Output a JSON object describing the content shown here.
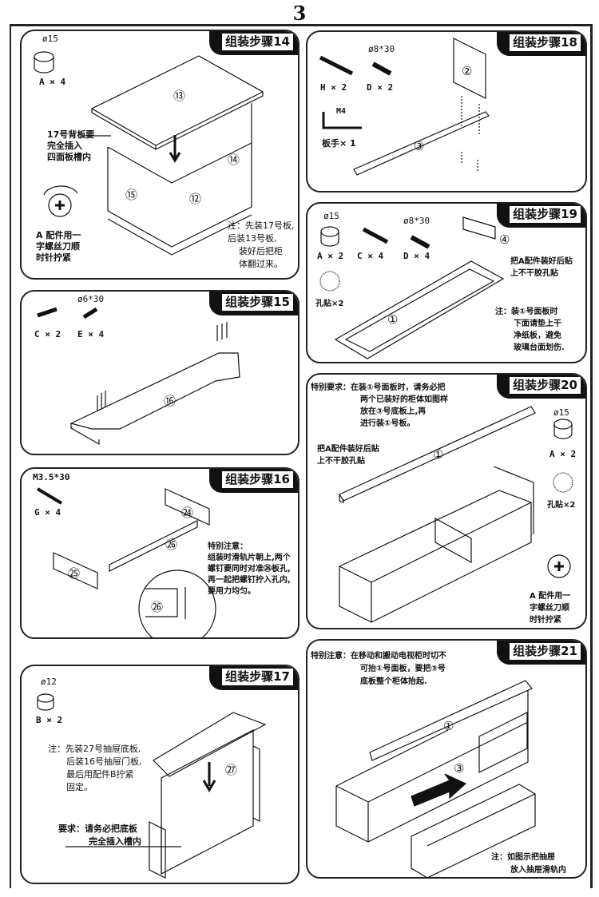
{
  "page_number": "3",
  "steps": {
    "s14": {
      "title": "组装步骤14",
      "part_size": "ø15",
      "part_qty": "A × 4",
      "callout": [
        "17号背板要",
        "完全插入",
        "四面板槽内"
      ],
      "tool_note": [
        "A 配件用一",
        "字螺丝刀顺",
        "时针拧紧"
      ],
      "note": [
        "注：先装17号板,",
        "后装13号板,",
        "装好后把柜",
        "体翻过来。"
      ],
      "labels": [
        "13",
        "14",
        "15",
        "12"
      ]
    },
    "s15": {
      "title": "组装步骤15",
      "part_size": "ø6*30",
      "parts": [
        "C × 2",
        "E × 4"
      ],
      "labels": [
        "16"
      ]
    },
    "s16": {
      "title": "组装步骤16",
      "part_size": "M3.5*30",
      "part_qty": "G × 4",
      "note": [
        "特别注意：",
        "组装时滑轨片朝上,两个",
        "螺钉要同时对准㉖板孔,",
        "再一起把螺钉拧入孔内,",
        "要用力均匀。"
      ],
      "labels": [
        "24",
        "26",
        "25",
        "26"
      ]
    },
    "s17": {
      "title": "组装步骤17",
      "part_size": "ø12",
      "part_qty": "B × 2",
      "note": [
        "注：先装27号抽屉底板,",
        "后装16号抽屉门板,",
        "最后用配件B拧紧",
        "固定。"
      ],
      "requirement": [
        "要求：请务必把底板",
        "完全插入槽内"
      ],
      "labels": [
        "27"
      ]
    },
    "s18": {
      "title": "组装步骤18",
      "part_size": "ø8*30",
      "parts": [
        "H × 2",
        "D × 2"
      ],
      "wrench_size": "M4",
      "wrench_qty": "板手× 1",
      "labels": [
        "2",
        "3"
      ]
    },
    "s19": {
      "title": "组装步骤19",
      "part_sizes": [
        "ø15",
        "ø8*30"
      ],
      "parts": [
        "A × 2",
        "C × 4",
        "D × 4"
      ],
      "sticker": "孔贴×2",
      "callout": [
        "把A配件装好后贴",
        "上不干胶孔贴"
      ],
      "note": [
        "注：装①号面板时",
        "下面请垫上干",
        "净纸板，避免",
        "玻璃台面划伤."
      ],
      "labels": [
        "4",
        "1"
      ]
    },
    "s20": {
      "title": "组装步骤20",
      "requirement": [
        "特别要求：在装①号面板时，请务必把",
        "两个已装好的柜体如图样",
        "放在③号底板上,再",
        "进行装①号板。"
      ],
      "callout": [
        "把A配件装好后贴",
        "上不干胶孔贴"
      ],
      "part_size": "ø15",
      "part_qty": "A × 2",
      "sticker": "孔贴×2",
      "tool_note": [
        "A 配件用一",
        "字螺丝刀顺",
        "时针拧紧"
      ],
      "labels": [
        "1"
      ]
    },
    "s21": {
      "title": "组装步骤21",
      "warning": [
        "特别注意：在移动和搬动电视柜时切不",
        "可抬①号面板，要把③号",
        "底板整个柜体抬起."
      ],
      "note": [
        "注：如图示把抽屉",
        "放入抽屉滑轨内"
      ],
      "labels": [
        "1",
        "3"
      ]
    }
  }
}
